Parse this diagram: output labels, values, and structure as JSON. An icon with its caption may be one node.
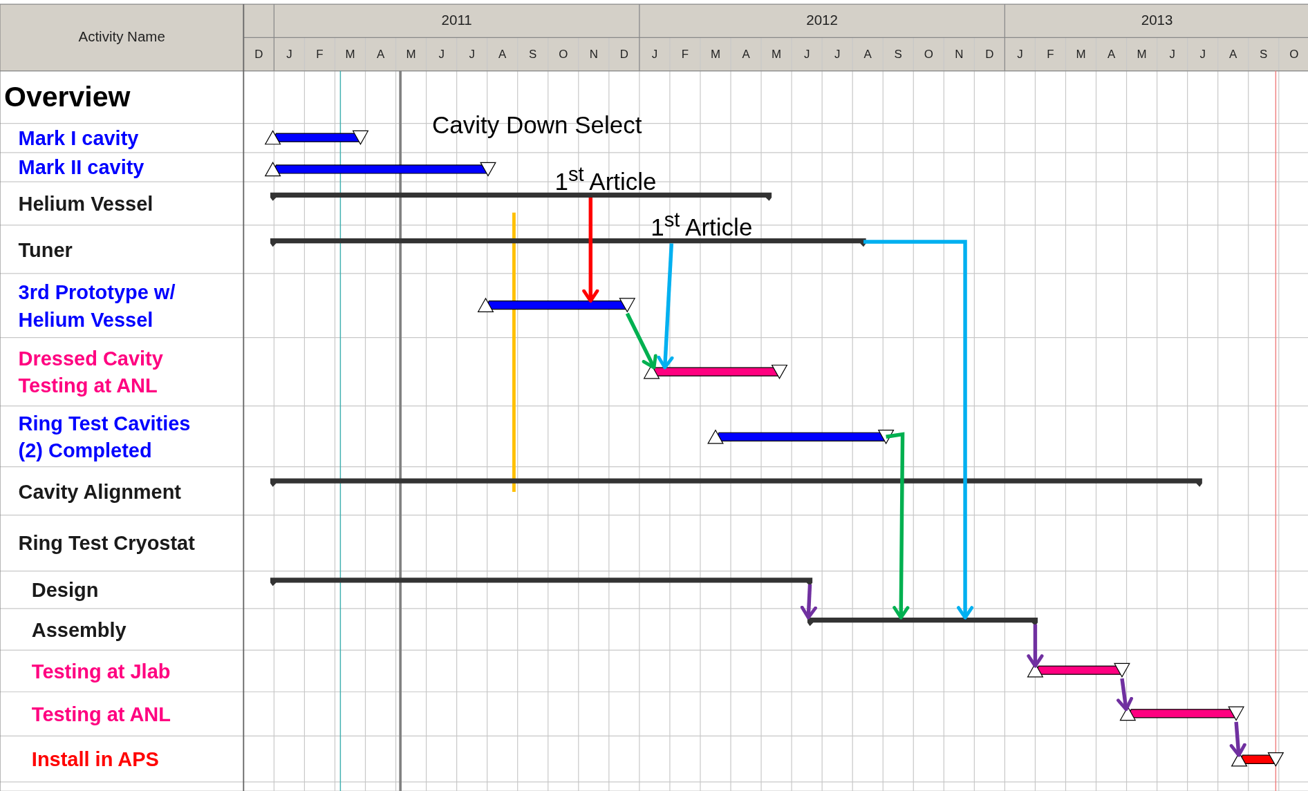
{
  "diagram": {
    "nodes": [
      {
        "text": [],
        "shape": "bar"
      },
      {
        "text": [],
        "shape": "bar"
      },
      {
        "text": [],
        "shape": "bar"
      },
      {
        "text": [],
        "shape": "bar"
      },
      {
        "text": [],
        "shape": "bar"
      },
      {
        "text": [],
        "shape": "bar"
      },
      {
        "text": [],
        "shape": "bar"
      },
      {
        "text": [],
        "shape": "bar"
      },
      {
        "text": [],
        "shape": "bar"
      },
      {
        "text": [],
        "shape": "bar"
      },
      {
        "text": [],
        "shape": "bar"
      },
      {
        "text": [],
        "shape": "bar"
      },
      {
        "text": [],
        "shape": "bar"
      },
      {
        "text": [
          "1$^{st}$ Article"
        ]
      },
      {
        "text": [
          "1$^{st}$ Article"
        ]
      }
    ],
    "edges": [
      {
        "from": 13,
        "to": 4,
        "arrow": "to",
        "color": "#ff0000"
      },
      {
        "from": 14,
        "to": 5,
        "arrow": "to",
        "color": "#00b0f0"
      },
      {
        "from": 4,
        "to": 5,
        "arrow": "to",
        "color": "#00b050"
      },
      {
        "from": 3,
        "to": 9,
        "arrow": "to",
        "color": "#00b0f0"
      },
      {
        "from": 6,
        "to": 9,
        "arrow": "to",
        "color": "#00b050"
      },
      {
        "from": 8,
        "to": 9,
        "arrow": "to"
      },
      {
        "from": 9,
        "to": 10,
        "arrow": "to"
      },
      {
        "from": 10,
        "to": 11,
        "arrow": "to"
      },
      {
        "from": 11,
        "to": 12,
        "arrow": "to"
      }
    ],
    "labels": [
      "Activity Name",
      "2011",
      "2012",
      "2013",
      "D",
      "J",
      "F",
      "M",
      "A",
      "M",
      "J",
      "J",
      "A",
      "S",
      "O",
      "N",
      "D",
      "J",
      "F",
      "M",
      "A",
      "M",
      "J",
      "J",
      "A",
      "S",
      "O",
      "N",
      "D",
      "J",
      "F",
      "M",
      "A",
      "M",
      "J",
      "J",
      "A",
      "S",
      "O",
      "Overview",
      "Mark I cavity",
      "Mark II cavity",
      "Helium Vessel",
      "Tuner",
      "3rd Prototype w/ Helium Vessel",
      "Dressed Cavity Testing at ANL",
      "Ring Test Cavities (2) Completed",
      "Cavity Alignment",
      "Ring Test Cryostat",
      "Design",
      "Assembly",
      "Testing at Jlab",
      "Testing at ANL",
      "Install in APS",
      "Cavity Down Select"
    ]
  }
}
